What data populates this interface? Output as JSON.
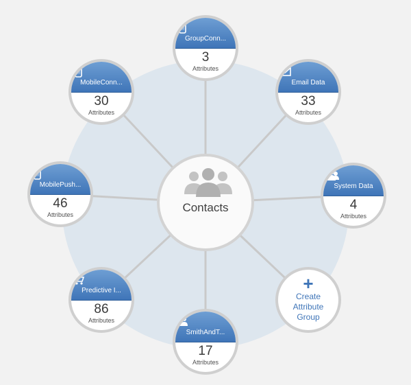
{
  "center": {
    "title": "Contacts",
    "icon": "people-group-icon"
  },
  "nodes": [
    {
      "id": "groupconn",
      "label": "GroupConn...",
      "count": "3",
      "sub": "Attributes",
      "icon": "mobile-phone-icon"
    },
    {
      "id": "email",
      "label": "Email Data",
      "count": "33",
      "sub": "Attributes",
      "icon": "envelope-icon"
    },
    {
      "id": "system",
      "label": "System Data",
      "count": "4",
      "sub": "Attributes",
      "icon": "users-icon"
    },
    {
      "id": "smithandt",
      "label": "SmithAndT...",
      "count": "17",
      "sub": "Attributes",
      "icon": "user-pair-icon"
    },
    {
      "id": "predictive",
      "label": "Predictive I...",
      "count": "86",
      "sub": "Attributes",
      "icon": "shopping-cart-icon"
    },
    {
      "id": "mobilepush",
      "label": "MobilePush...",
      "count": "46",
      "sub": "Attributes",
      "icon": "mobile-phone-icon"
    },
    {
      "id": "mobileconn",
      "label": "MobileConn...",
      "count": "30",
      "sub": "Attributes",
      "icon": "mobile-phone-icon"
    }
  ],
  "create": {
    "plus": "+",
    "line1": "Create",
    "line2": "Attribute",
    "line3": "Group"
  },
  "colors": {
    "accent": "#3f75b8",
    "halo": "#dde6ee",
    "border": "#cfcfcf"
  }
}
